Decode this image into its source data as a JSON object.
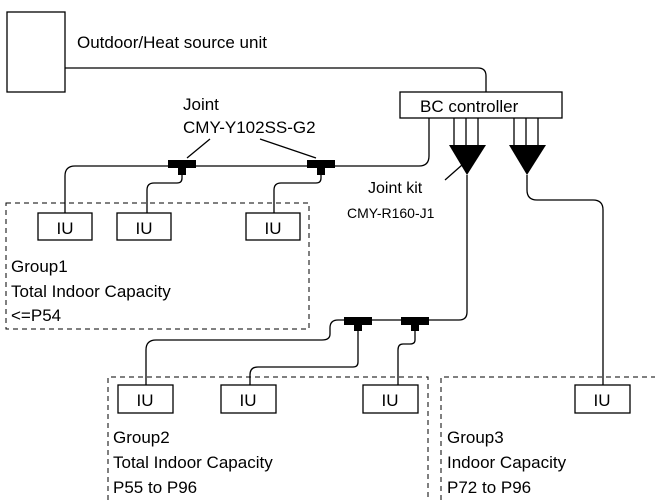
{
  "outdoor_unit": {
    "label": "Outdoor/Heat source unit"
  },
  "bc_controller": {
    "label": "BC controller"
  },
  "joint": {
    "title": "Joint",
    "model": "CMY-Y102SS-G2"
  },
  "joint_kit": {
    "title": "Joint kit",
    "model": "CMY-R160-J1"
  },
  "indoor_unit_label": "IU",
  "groups": [
    {
      "name": "Group1",
      "line2": "Total Indoor Capacity",
      "line3": "<=P54"
    },
    {
      "name": "Group2",
      "line2": "Total Indoor Capacity",
      "line3": "P55 to P96"
    },
    {
      "name": "Group3",
      "line2": "Indoor Capacity",
      "line3": "P72 to P96"
    }
  ]
}
